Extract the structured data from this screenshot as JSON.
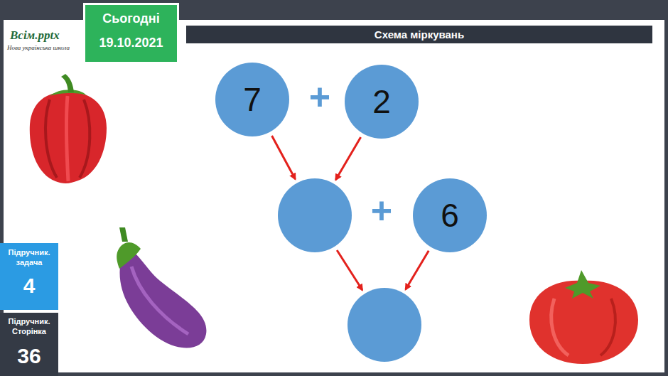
{
  "diagram": {
    "title": "Схема міркувань",
    "nodes": [
      {
        "text": [
          "7"
        ]
      },
      {
        "text": [
          "2"
        ]
      },
      {
        "text": []
      },
      {
        "text": [
          "6"
        ]
      },
      {
        "text": []
      }
    ],
    "edges": [
      {
        "from": 0,
        "to": 2,
        "arrow": "to"
      },
      {
        "from": 1,
        "to": 2,
        "arrow": "to"
      },
      {
        "from": 2,
        "to": 4,
        "arrow": "to"
      },
      {
        "from": 3,
        "to": 4,
        "arrow": "to"
      }
    ],
    "labels": [
      "Всім.pptx",
      "Нова українська школа",
      "Сьогодні",
      "19.10.2021",
      "+",
      "+",
      "Підручник. задача",
      "4",
      "Підручник. Сторінка",
      "36"
    ]
  }
}
